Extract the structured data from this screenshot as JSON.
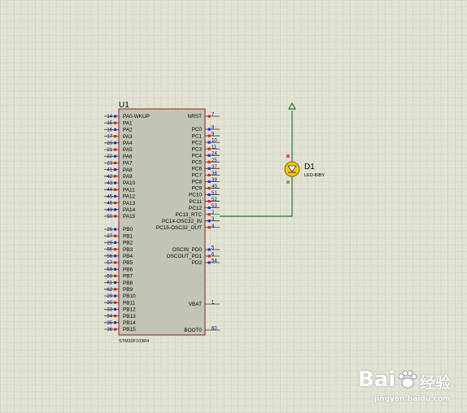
{
  "schematic": {
    "mcu": {
      "ref": "U1",
      "part": "STM32F103R4",
      "left_pins": [
        {
          "num": "14",
          "name": "PA0-WKUP"
        },
        {
          "num": "15",
          "name": "PA1"
        },
        {
          "num": "16",
          "name": "PA2"
        },
        {
          "num": "17",
          "name": "PA3"
        },
        {
          "num": "20",
          "name": "PA4"
        },
        {
          "num": "21",
          "name": "PA5"
        },
        {
          "num": "22",
          "name": "PA6"
        },
        {
          "num": "23",
          "name": "PA7"
        },
        {
          "num": "41",
          "name": "PA8"
        },
        {
          "num": "42",
          "name": "PA9"
        },
        {
          "num": "43",
          "name": "PA10"
        },
        {
          "num": "44",
          "name": "PA11"
        },
        {
          "num": "45",
          "name": "PA12"
        },
        {
          "num": "46",
          "name": "PA13"
        },
        {
          "num": "49",
          "name": "PA14"
        },
        {
          "num": "50",
          "name": "PA15"
        },
        {
          "num": "26",
          "name": "PB0"
        },
        {
          "num": "27",
          "name": "PB1"
        },
        {
          "num": "28",
          "name": "PB2"
        },
        {
          "num": "55",
          "name": "PB3"
        },
        {
          "num": "56",
          "name": "PB4"
        },
        {
          "num": "57",
          "name": "PB5"
        },
        {
          "num": "58",
          "name": "PB6"
        },
        {
          "num": "59",
          "name": "PB7"
        },
        {
          "num": "61",
          "name": "PB8"
        },
        {
          "num": "62",
          "name": "PB9"
        },
        {
          "num": "29",
          "name": "PB10"
        },
        {
          "num": "30",
          "name": "PB11"
        },
        {
          "num": "33",
          "name": "PB12"
        },
        {
          "num": "34",
          "name": "PB13"
        },
        {
          "num": "35",
          "name": "PB14"
        },
        {
          "num": "36",
          "name": "PB15"
        }
      ],
      "right_pins": [
        {
          "num": "7",
          "name": "NRST"
        },
        {
          "num": "8",
          "name": "PC0"
        },
        {
          "num": "9",
          "name": "PC1"
        },
        {
          "num": "10",
          "name": "PC2"
        },
        {
          "num": "11",
          "name": "PC3"
        },
        {
          "num": "24",
          "name": "PC4"
        },
        {
          "num": "25",
          "name": "PC5"
        },
        {
          "num": "37",
          "name": "PC6"
        },
        {
          "num": "38",
          "name": "PC7"
        },
        {
          "num": "39",
          "name": "PC8"
        },
        {
          "num": "40",
          "name": "PC9"
        },
        {
          "num": "51",
          "name": "PC10"
        },
        {
          "num": "52",
          "name": "PC11"
        },
        {
          "num": "53",
          "name": "PC12"
        },
        {
          "num": "2",
          "name": "PC13_RTC"
        },
        {
          "num": "3",
          "name": "PC14-OSC32_IN"
        },
        {
          "num": "4",
          "name": "PC15-OSC32_OUT"
        },
        {
          "num": "5",
          "name": "OSCIN_PD0"
        },
        {
          "num": "6",
          "name": "OSCOUT_PD1"
        },
        {
          "num": "54",
          "name": "PD2"
        },
        {
          "num": "1",
          "name": "VBAT"
        },
        {
          "num": "60",
          "name": "BOOT0"
        }
      ]
    },
    "led": {
      "ref": "D1",
      "part": "LED-BIBY"
    }
  },
  "watermark": {
    "brand": "Bai",
    "brand2": "经验",
    "url": "jingyan.baidu.com"
  },
  "colors": {
    "background": "#e3e3d3",
    "grid": "#c4c4b4",
    "body_fill": "#c2c4b4",
    "body_border": "#9a1c1c",
    "pin_num": "#000080",
    "wire": "#1f7a3a",
    "led_yellow": "#f5c800",
    "pin_marker_blue": "#2a2ad0",
    "pin_marker_red": "#d42020",
    "led_pin_red": "#e85050",
    "led_pin_gray": "#9a9090"
  }
}
